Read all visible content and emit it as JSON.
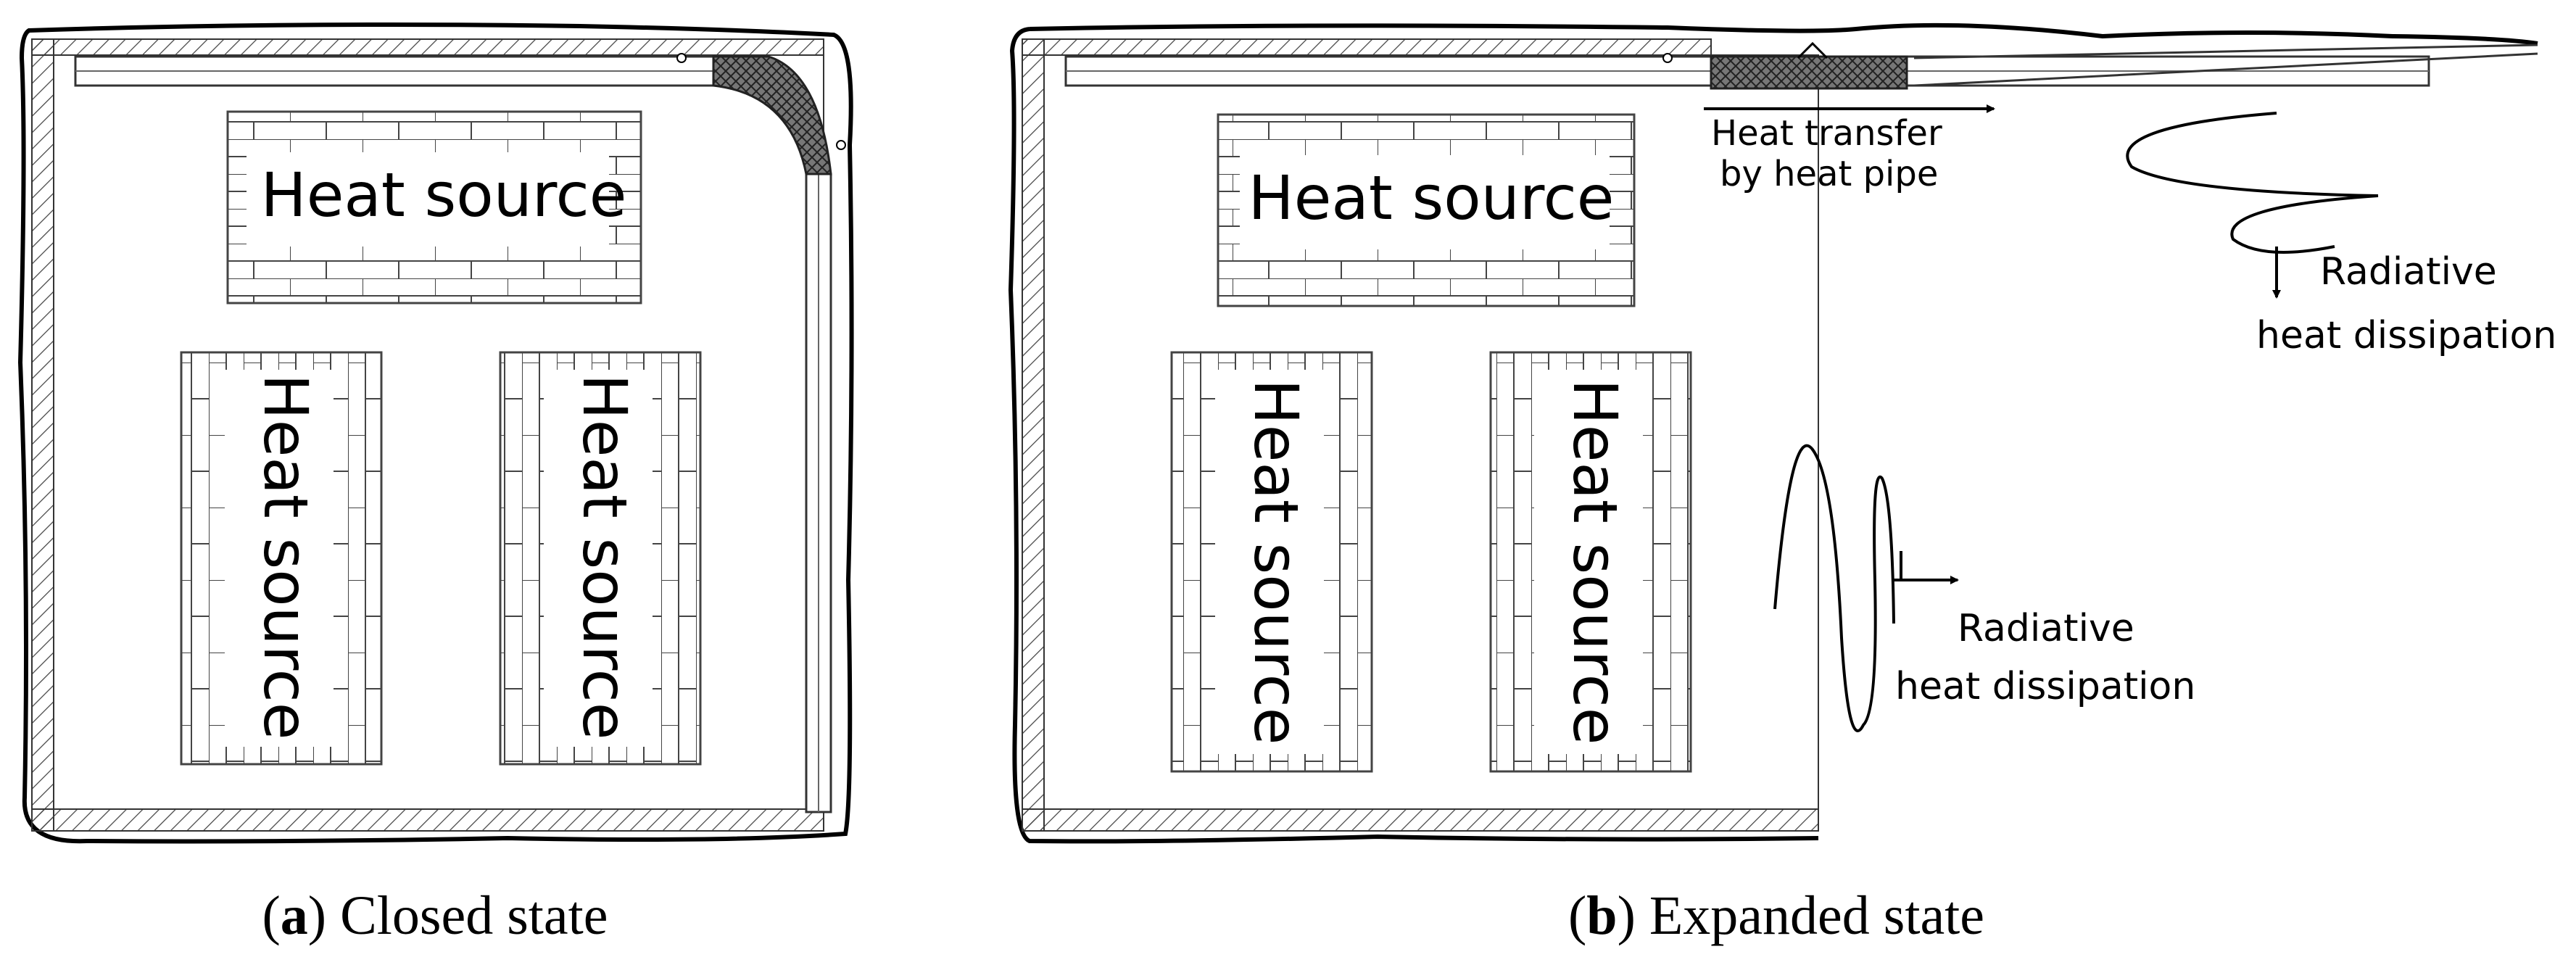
{
  "panel_a": {
    "heat_source_top": "Heat source",
    "heat_source_left": "Heat source",
    "heat_source_right": "Heat source",
    "caption_letter": "a",
    "caption_text": ") Closed state",
    "caption_open": "("
  },
  "panel_b": {
    "heat_source_top": "Heat source",
    "heat_source_left": "Heat source",
    "heat_source_right": "Heat source",
    "heat_transfer_line1": "Heat transfer",
    "heat_transfer_line2": "by heat pipe",
    "radiative_top_line1": "Radiative",
    "radiative_top_line2": "heat dissipation",
    "radiative_mid_line1": "Radiative",
    "radiative_mid_line2": "heat dissipation",
    "caption_letter": "b",
    "caption_text": ") Expanded state",
    "caption_open": "("
  }
}
